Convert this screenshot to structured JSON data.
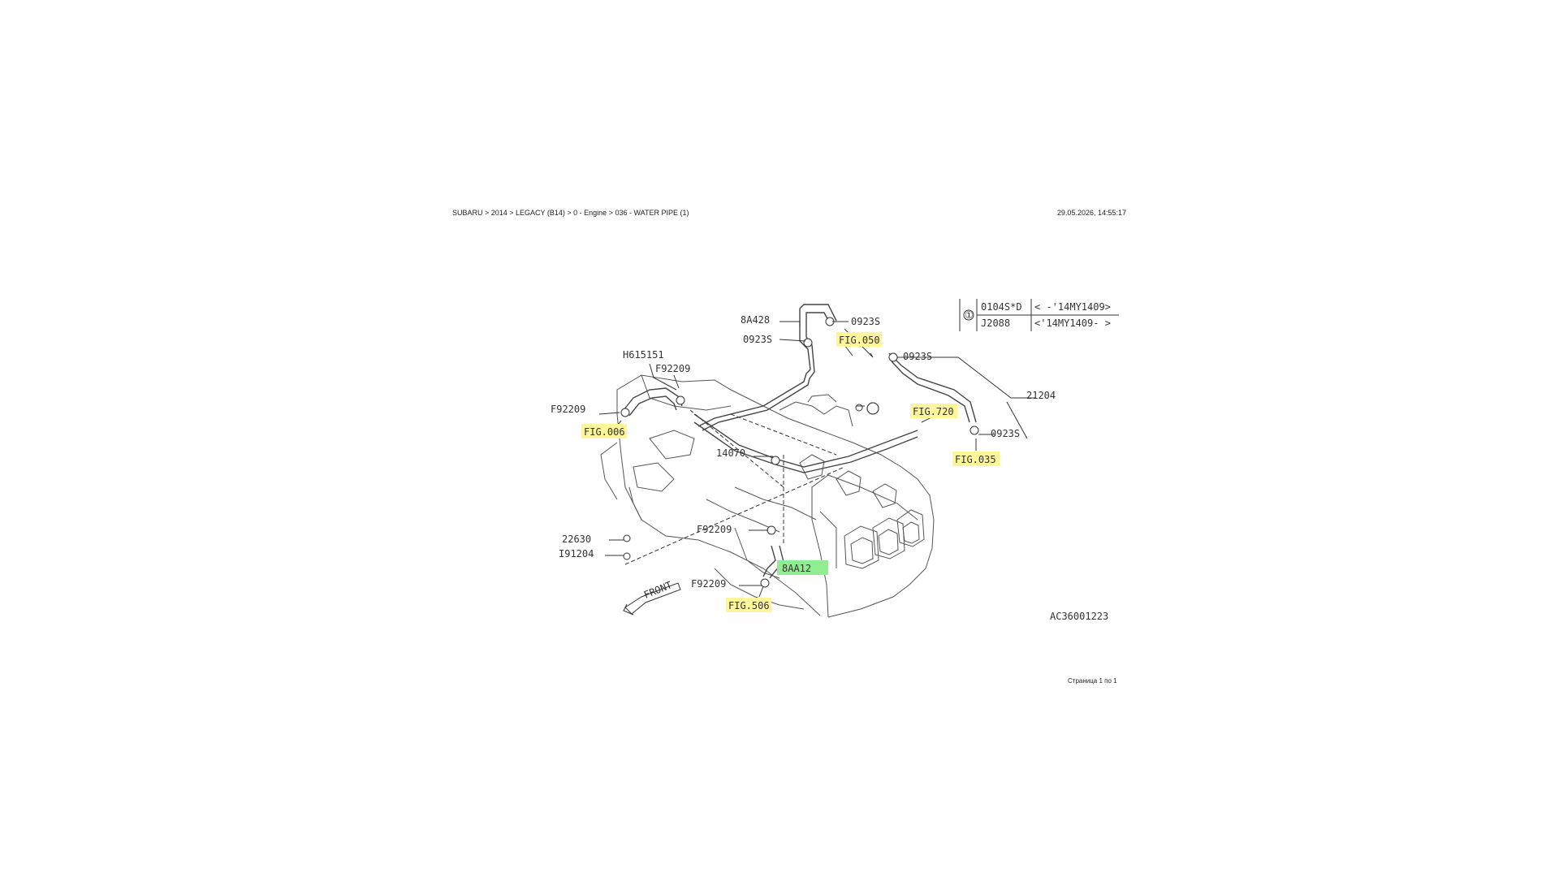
{
  "header": {
    "breadcrumb": "SUBARU > 2014 > LEGACY (B14) > 0 - Engine > 036 - WATER PIPE (1)",
    "timestamp": "29.05.2026, 14:55:17"
  },
  "footer": {
    "page_info": "Страница 1 по 1"
  },
  "colors": {
    "fig_highlight": "#fff59a",
    "part_highlight": "#90ee90"
  },
  "legend": {
    "marker": "①",
    "rows": [
      {
        "part": "0104S*D",
        "range": "< -'14MY1409>"
      },
      {
        "part": "J2088",
        "range": "<'14MY1409- >"
      }
    ]
  },
  "parts": {
    "p_8a428": "8A428",
    "p_09235_top": "0923S",
    "p_09235_left": "0923S",
    "p_09235_right": "0923S",
    "p_09235_bottom": "0923S",
    "p_h615151": "H615151",
    "p_f92209_a": "F92209",
    "p_f92209_b": "F92209",
    "p_f92209_c": "F92209",
    "p_f92209_d": "F92209",
    "p_21204": "21204",
    "p_14070": "14070",
    "p_22630": "22630",
    "p_i91204": "I91204",
    "p_8aa12": "8AA12",
    "front": "FRONT"
  },
  "figs": {
    "fig_050": "FIG.050",
    "fig_006": "FIG.006",
    "fig_720": "FIG.720",
    "fig_035": "FIG.035",
    "fig_506": "FIG.506"
  },
  "drawing_code": "AC36001223"
}
